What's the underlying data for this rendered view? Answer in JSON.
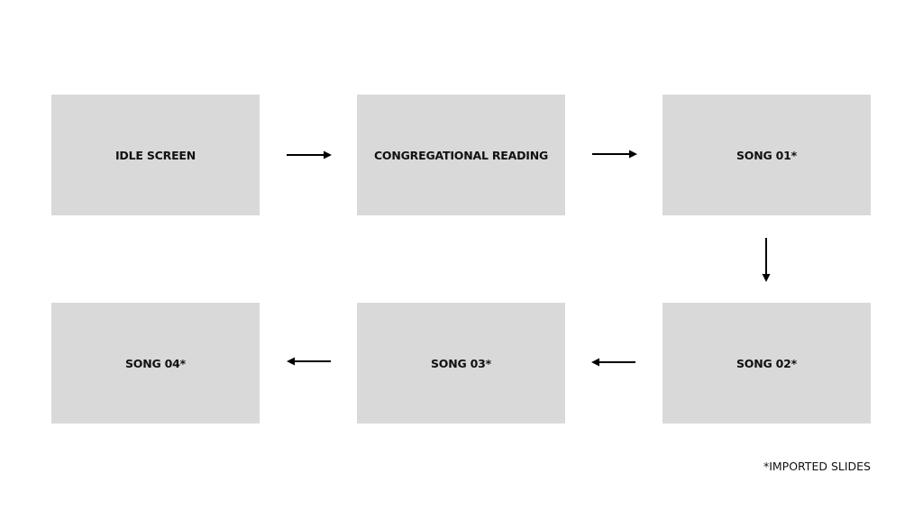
{
  "diagram": {
    "nodes": [
      {
        "id": "idle-screen",
        "label": "IDLE SCREEN"
      },
      {
        "id": "congregational-reading",
        "label": "CONGREGATIONAL READING"
      },
      {
        "id": "song-01",
        "label": "SONG 01*"
      },
      {
        "id": "song-02",
        "label": "SONG 02*"
      },
      {
        "id": "song-03",
        "label": "SONG 03*"
      },
      {
        "id": "song-04",
        "label": "SONG 04*"
      }
    ],
    "edges": [
      {
        "from": "idle-screen",
        "to": "congregational-reading"
      },
      {
        "from": "congregational-reading",
        "to": "song-01"
      },
      {
        "from": "song-01",
        "to": "song-02"
      },
      {
        "from": "song-02",
        "to": "song-03"
      },
      {
        "from": "song-03",
        "to": "song-04"
      }
    ],
    "colors": {
      "node_fill": "#d9d9d9",
      "text": "#111111",
      "arrow": "#000000",
      "background": "#ffffff"
    }
  },
  "footnote": "*IMPORTED SLIDES"
}
